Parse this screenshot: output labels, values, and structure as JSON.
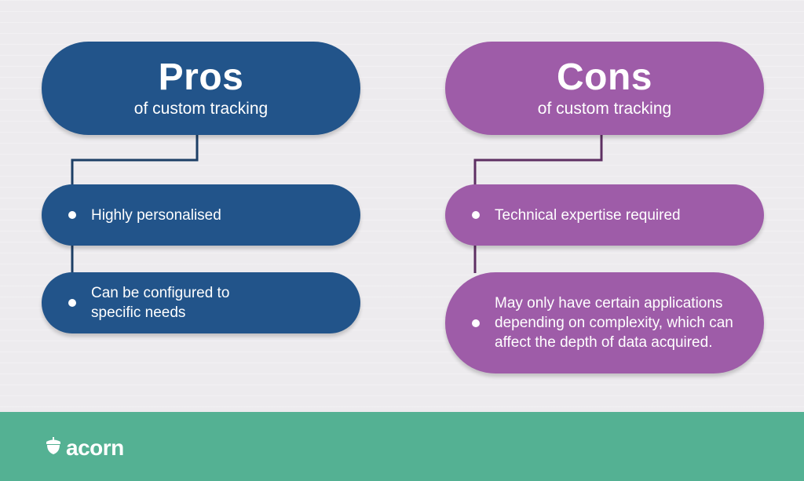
{
  "pros": {
    "title": "Pros",
    "subtitle": "of custom tracking",
    "items": [
      "Highly personalised",
      "Can be configured to specific needs"
    ]
  },
  "cons": {
    "title": "Cons",
    "subtitle": "of custom tracking",
    "items": [
      "Technical expertise required",
      "May only have certain applications depending on complexity, which can affect the depth of data acquired."
    ]
  },
  "footer": {
    "brand": "acorn",
    "icon": "acorn-icon"
  },
  "colors": {
    "pros": "#22548A",
    "cons": "#9E5CA8",
    "footer": "#54B193",
    "background": "#EDEBEE"
  }
}
